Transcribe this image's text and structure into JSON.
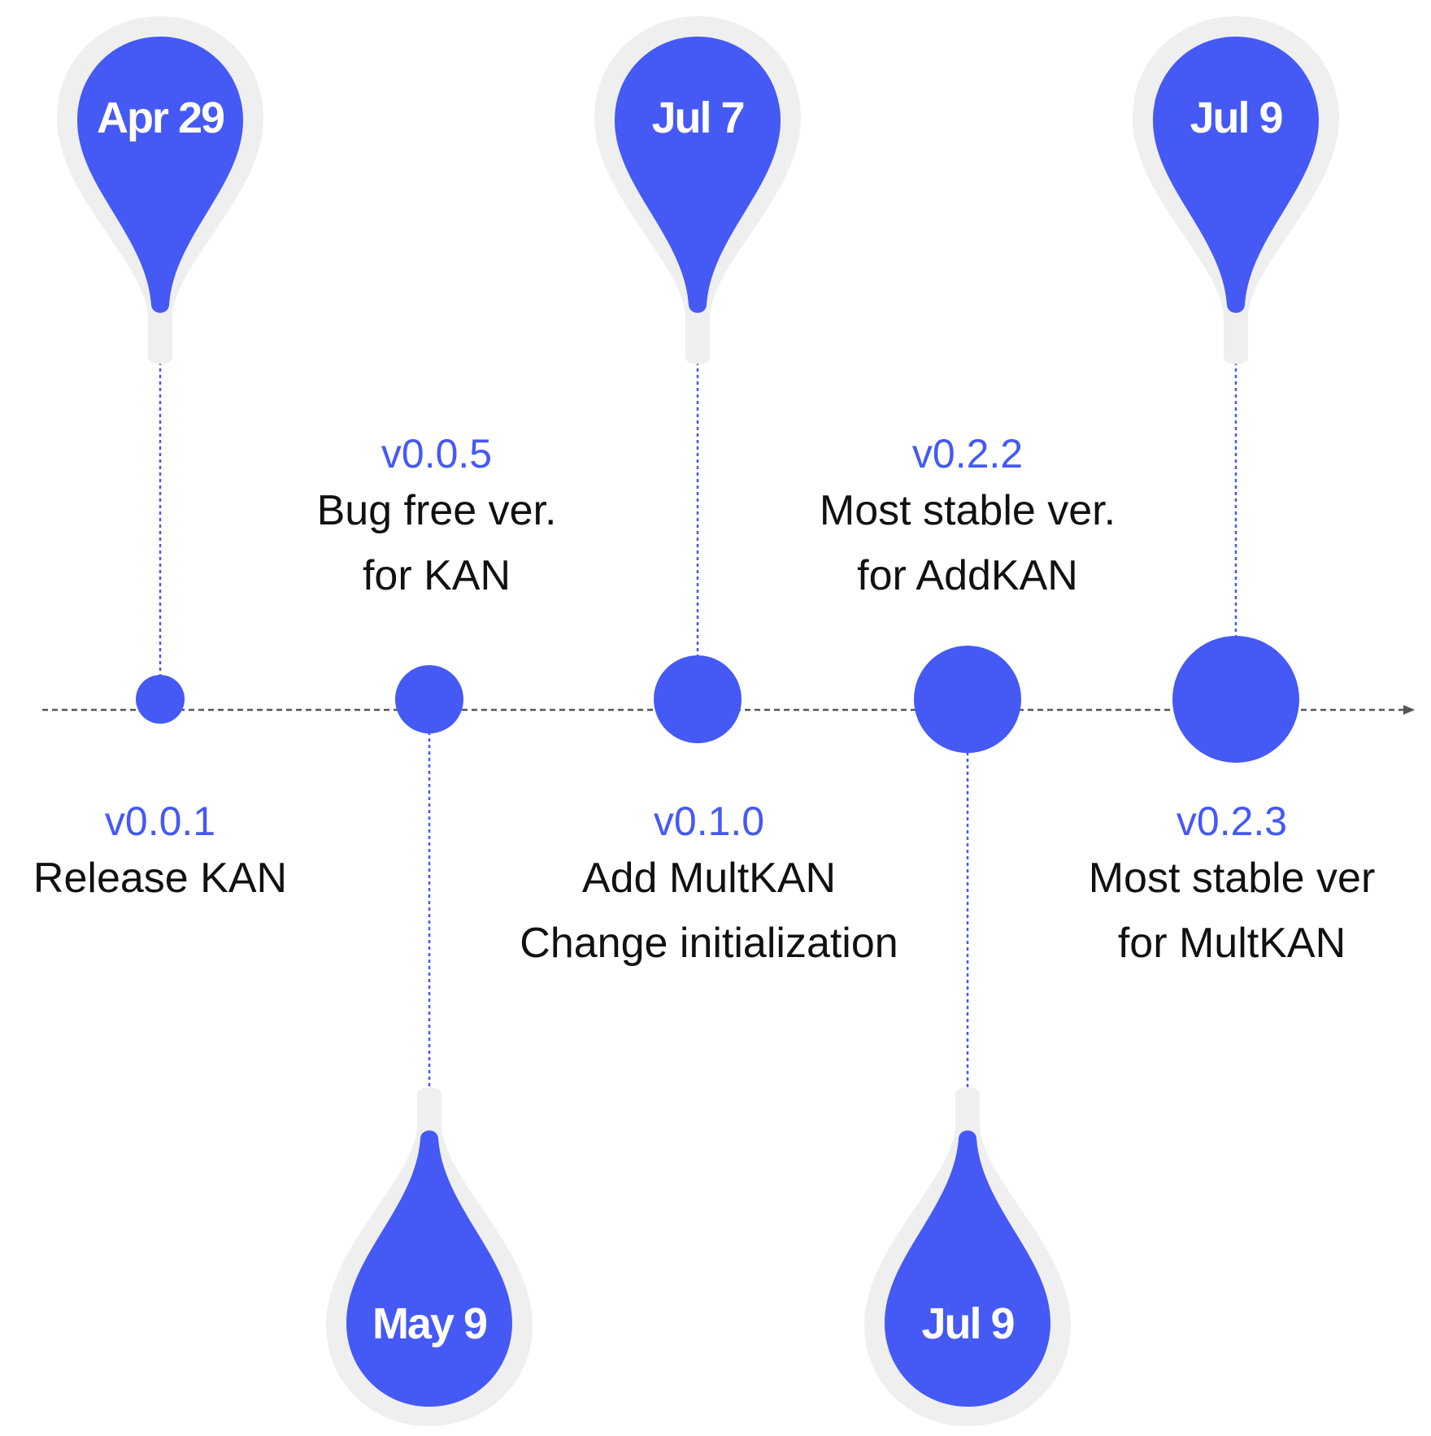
{
  "colors": {
    "accent": "#4559F5",
    "pin_halo": "#EFEFEF",
    "axis": "#555555",
    "text": "#111111"
  },
  "milestones": [
    {
      "date": "Apr 29",
      "version": "v0.0.1",
      "lines": [
        "Release KAN"
      ]
    },
    {
      "date": "May 9",
      "version": "v0.0.5",
      "lines": [
        "Bug free ver.",
        "for KAN"
      ]
    },
    {
      "date": "Jul 7",
      "version": "v0.1.0",
      "lines": [
        "Add MultKAN",
        "Change initialization"
      ]
    },
    {
      "date": "Jul 9",
      "version": "v0.2.2",
      "lines": [
        "Most stable ver.",
        "for AddKAN"
      ]
    },
    {
      "date": "Jul 9",
      "version": "v0.2.3",
      "lines": [
        "Most stable ver",
        "for MultKAN"
      ]
    }
  ]
}
